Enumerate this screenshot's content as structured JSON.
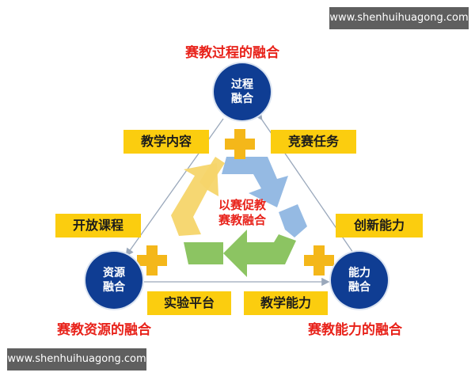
{
  "watermarks": {
    "top": "www.shenhuihuagong.com",
    "bottom": "www.shenhuihuagong.com"
  },
  "captions": {
    "top": "赛教过程的融合",
    "left": "赛教资源的融合",
    "right": "赛教能力的融合"
  },
  "nodes": {
    "top": [
      "过程",
      "融合"
    ],
    "left": [
      "资源",
      "融合"
    ],
    "right": [
      "能力",
      "融合"
    ]
  },
  "tags": {
    "teaching_content": "教学内容",
    "competition_tasks": "竞赛任务",
    "open_courses": "开放课程",
    "innovation_ability": "创新能力",
    "lab_platform": "实验平台",
    "teaching_ability": "教学能力"
  },
  "center": [
    "以赛促教",
    "赛教融合"
  ],
  "colors": {
    "node": "#0f3d93",
    "tag": "#fbcd0f",
    "caption": "#e8221a",
    "plus": "#f4b71a",
    "arrow_blue": "#8fb6e1",
    "arrow_yellow": "#f6d56a",
    "arrow_green": "#86c15a"
  }
}
